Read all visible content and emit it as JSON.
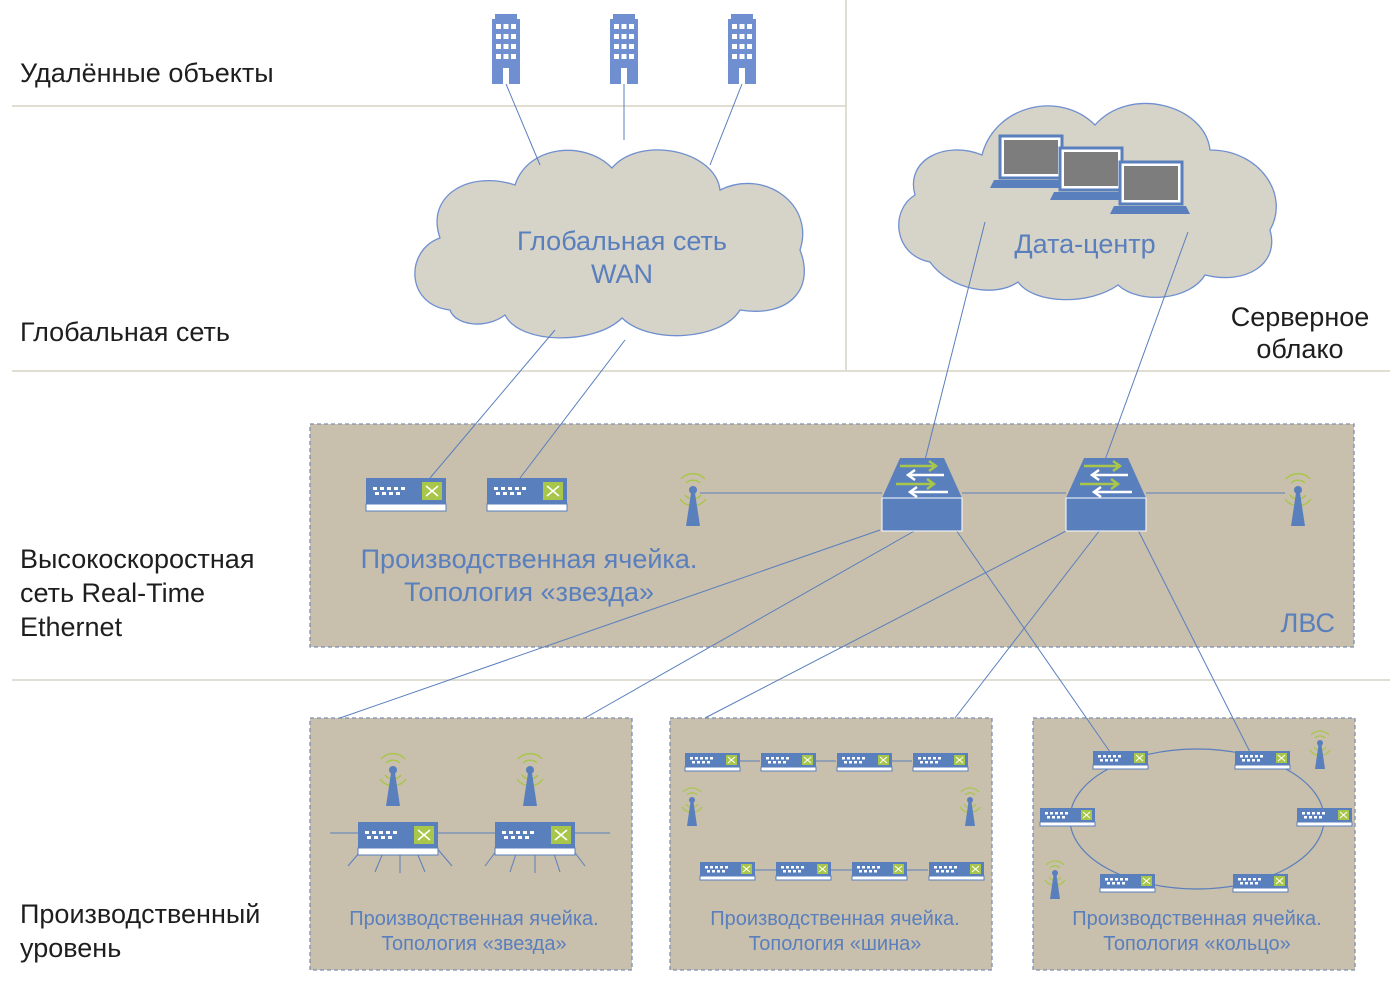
{
  "levels": {
    "remote": "Удалённые объекты",
    "global": "Глобальная сеть",
    "rte": [
      "Высокоскоростная",
      "сеть Real-Time",
      "Ethernet"
    ],
    "production": [
      "Производственный",
      "уровень"
    ]
  },
  "clouds": {
    "wan": [
      "Глобальная сеть",
      "WAN"
    ],
    "datacenter": "Дата-центр",
    "server_cloud": [
      "Серверное",
      "облако"
    ]
  },
  "lan": {
    "cell_caption": [
      "Производственная ячейка.",
      "Топология «звезда»"
    ],
    "label": "ЛВС"
  },
  "cells": [
    {
      "caption": [
        "Производственная ячейка.",
        "Топология «звезда»"
      ]
    },
    {
      "caption": [
        "Производственная ячейка.",
        "Топология «шина»"
      ]
    },
    {
      "caption": [
        "Производственная ячейка.",
        "Топология «кольцо»"
      ]
    }
  ],
  "colors": {
    "accent": "#5a7fbd",
    "device": "#5a7fbd",
    "zone": "#c8bfad",
    "cloud": "#d6d3c8",
    "port_green": "#a8c64a",
    "building": "#6f8fd0"
  },
  "icons": [
    "building-icon",
    "cloud-icon",
    "laptop-icon",
    "router-icon",
    "switch-icon",
    "antenna-icon"
  ]
}
